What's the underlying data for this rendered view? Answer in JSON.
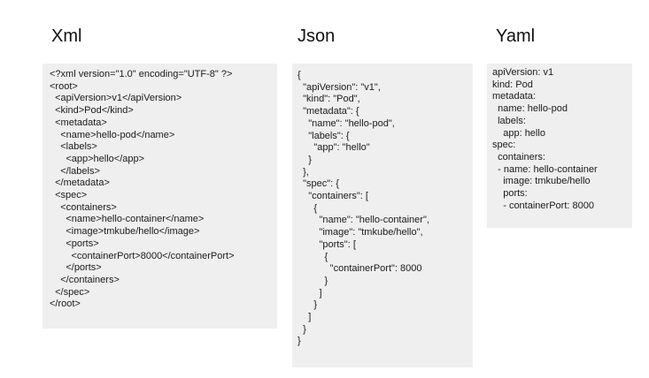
{
  "columns": {
    "xml": {
      "title": "Xml",
      "code": "<?xml version=\"1.0\" encoding=\"UTF-8\" ?>\n<root>\n  <apiVersion>v1</apiVersion>\n  <kind>Pod</kind>\n  <metadata>\n    <name>hello-pod</name>\n    <labels>\n      <app>hello</app>\n    </labels>\n  </metadata>\n  <spec>\n    <containers>\n      <name>hello-container</name>\n      <image>tmkube/hello</image>\n      <ports>\n        <containerPort>8000</containerPort>\n      </ports>\n    </containers>\n  </spec>\n</root>"
    },
    "json": {
      "title": "Json",
      "code": "{\n  \"apiVersion\": \"v1\",\n  \"kind\": \"Pod\",\n  \"metadata\": {\n    \"name\": \"hello-pod\",\n    \"labels\": {\n      \"app\": \"hello\"\n    }\n  },\n  \"spec\": {\n    \"containers\": [\n      {\n        \"name\": \"hello-container\",\n        \"image\": \"tmkube/hello\",\n        \"ports\": [\n          {\n            \"containerPort\": 8000\n          }\n        ]\n      }\n    ]\n  }\n}"
    },
    "yaml": {
      "title": "Yaml",
      "code": "apiVersion: v1\nkind: Pod\nmetadata:\n  name: hello-pod\n  labels:\n    app: hello\nspec:\n  containers:\n  - name: hello-container\n    image: tmkube/hello\n    ports:\n    - containerPort: 8000"
    }
  }
}
